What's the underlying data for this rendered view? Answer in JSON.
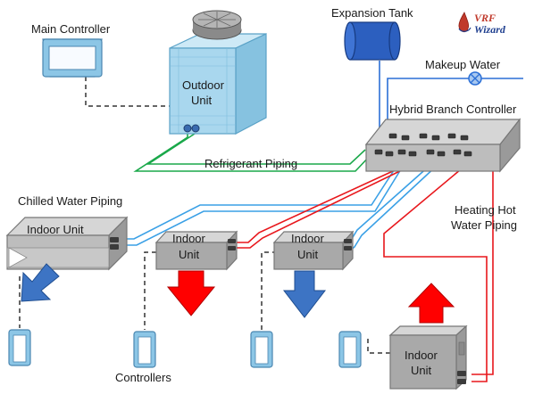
{
  "labels": {
    "main_controller": "Main Controller",
    "expansion_tank": "Expansion Tank",
    "makeup_water": "Makeup Water",
    "hybrid_branch_controller": "Hybrid Branch Controller",
    "refrigerant_piping": "Refrigerant Piping",
    "chilled_water_piping": "Chilled Water Piping",
    "heating_hot_water_piping_line1": "Heating Hot",
    "heating_hot_water_piping_line2": "Water Piping",
    "controllers": "Controllers"
  },
  "outdoor_unit": {
    "line1": "Outdoor",
    "line2": "Unit"
  },
  "indoor_units": [
    {
      "id": "left",
      "line1": "Indoor Unit",
      "line2": ""
    },
    {
      "id": "mid1",
      "line1": "Indoor",
      "line2": "Unit"
    },
    {
      "id": "mid2",
      "line1": "Indoor",
      "line2": "Unit"
    },
    {
      "id": "bottom",
      "line1": "Indoor",
      "line2": "Unit"
    }
  ],
  "logo": {
    "line1": "VRF",
    "line2": "Wizard"
  },
  "colors": {
    "chilled": "#3aa0e6",
    "hot": "#e8171c",
    "refrigerant": "#1aa84a",
    "controller_wire": "#333333",
    "unit_gray": "#a9a9a9",
    "outdoor_blue": "#a9d7ee",
    "controller_blue": "#8cc6e6",
    "tank_blue": "#2c5fbf",
    "cold_arrow": "#3d74c4",
    "hot_arrow": "#ff0000"
  }
}
